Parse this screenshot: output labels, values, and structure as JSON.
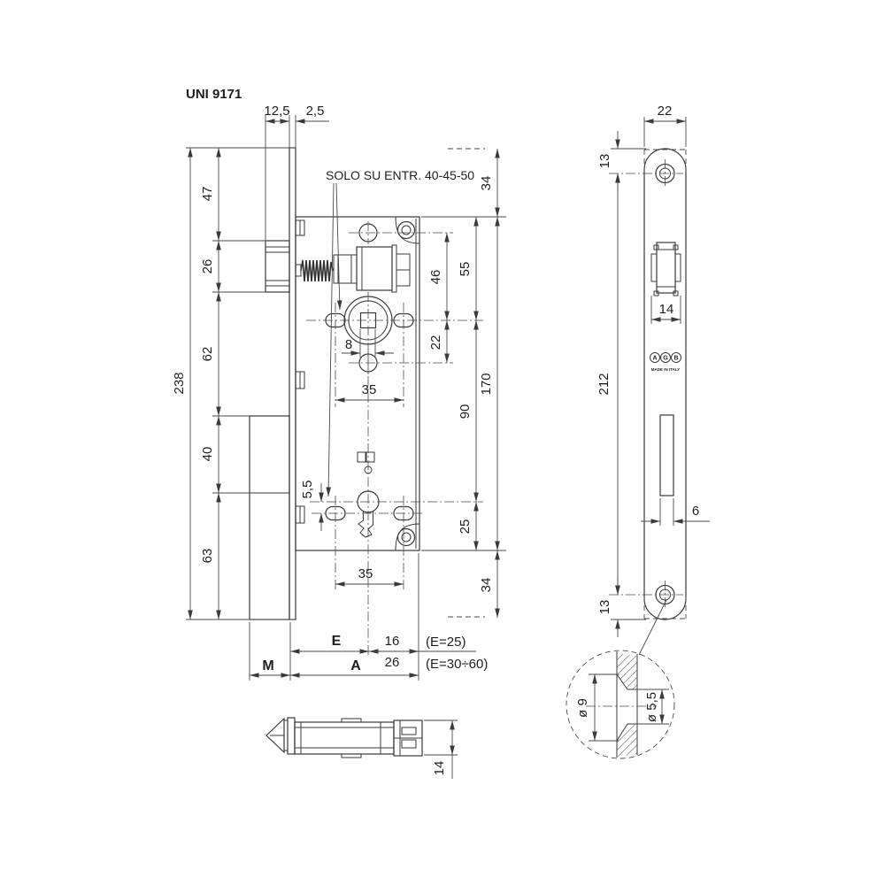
{
  "title": "UNI 9171",
  "main_view": {
    "top_dims": {
      "offset": "12,5",
      "thickness": "2,5"
    },
    "note": "SOLO SU ENTR. 40-45-50",
    "left_chain": {
      "total": "238",
      "seg47": "47",
      "seg26": "26",
      "seg62": "62",
      "seg40": "40",
      "seg63": "63"
    },
    "right_chain": {
      "margin_top": "34",
      "d55": "55",
      "d46": "46",
      "d22": "22",
      "d90": "90",
      "d170": "170",
      "d25": "25",
      "margin_bottom": "34"
    },
    "inner_dims": {
      "square": "8",
      "span_top": "35",
      "key_offset": "5,5",
      "span_bottom": "35"
    },
    "bottom_dims": {
      "backset_label": "E",
      "rear_short": "16",
      "rear_long": "26",
      "note_e25": "(E=25)",
      "note_e3060": "(E=30÷60)",
      "m_label": "M",
      "a_label": "A"
    }
  },
  "latch_side_view": {
    "height": "14"
  },
  "faceplate_view": {
    "width": "22",
    "top_screw_offset": "13",
    "latch_width": "14",
    "screw_distance": "212",
    "bolt_slot_width": "6",
    "bottom_screw_offset": "13",
    "logo_letters": [
      "A",
      "G",
      "B"
    ],
    "made_in": "MADE IN ITALY"
  },
  "detail_view": {
    "outer_dia": "ø 9",
    "inner_dia": "ø 5,5"
  }
}
